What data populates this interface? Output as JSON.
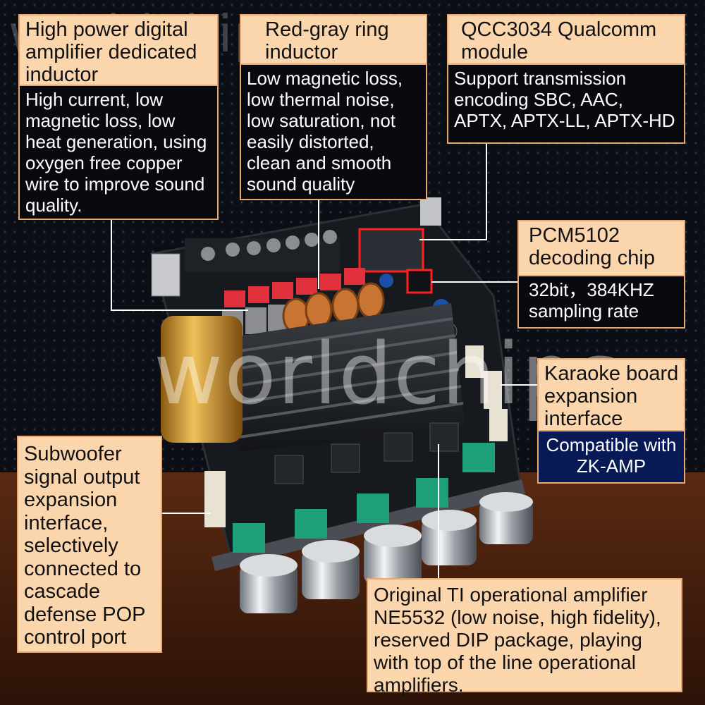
{
  "watermark": "worldchips",
  "labels": {
    "inductor": {
      "title": "High power digital amplifier dedicated inductor",
      "body": "High current, low magnetic loss, low heat generation, using oxygen free copper wire to improve sound quality."
    },
    "ring": {
      "title": "Red-gray ring inductor",
      "body": "Low magnetic loss, low thermal noise, low saturation, not easily distorted, clean and smooth sound quality"
    },
    "qcc": {
      "title": "QCC3034 Qualcomm module",
      "body": "Support transmission encoding SBC, AAC, APTX, APTX-LL, APTX-HD"
    },
    "pcm": {
      "title": "PCM5102 decoding chip",
      "body": "32bit，384KHZ sampling rate"
    },
    "karaoke": {
      "title": "Karaoke board expansion interface",
      "body": "Compatible with ZK-AMP"
    },
    "subwoofer": {
      "text": "Subwoofer signal output expansion interface, selectively connected to cascade defense POP control port"
    },
    "opamp": {
      "text": "Original TI operational amplifier NE5532 (low noise, high fidelity), reserved DIP package, playing with top of the line operational amplifiers."
    }
  },
  "colors": {
    "label_fill": "#fbd6ad",
    "label_border": "#e8a86f",
    "body_fill": "#080a0f",
    "accent_navy": "#081a55",
    "board": "#15181c",
    "capacitor_gold": "#d8a437",
    "inductor_copper": "#c87432",
    "resistor_red": "#e0313d",
    "pot_teal": "#1f9e7a",
    "callout_red": "#ff2020"
  }
}
